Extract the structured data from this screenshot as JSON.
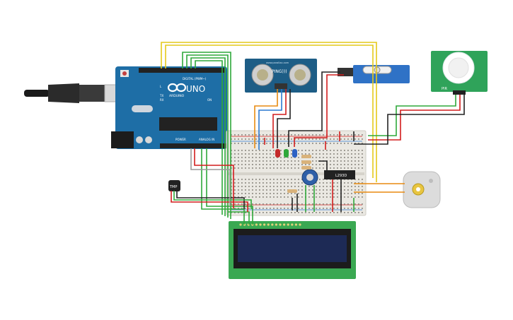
{
  "board": {
    "brand": "ARDUINO",
    "model": "UNO",
    "digital_label": "DIGITAL (PWM~)",
    "power_label": "POWER",
    "analog_label": "ANALOG IN",
    "tx_label": "TX",
    "rx_label": "RX",
    "l_label": "L",
    "on_label": "ON"
  },
  "ultrasonic": {
    "model": "PING)))",
    "site": "www.parallax.com"
  },
  "pir": {
    "label": "PIR"
  },
  "driver": {
    "label": "L293D"
  },
  "temp_sensor": {
    "label": "TMP"
  },
  "colors": {
    "board": "#1e6ea6",
    "breadboard": "#eae8e2",
    "lcd_pcb": "#3aa852",
    "lcd_screen": "#1d2a55",
    "servo": "#2f72c6",
    "wire_red": "#d21d1d",
    "wire_black": "#222222",
    "wire_green": "#2fa83a",
    "wire_yellow": "#e4c91a",
    "wire_orange": "#e88a10",
    "wire_blue": "#2d7ad1",
    "wire_gray": "#9a9a9a"
  }
}
